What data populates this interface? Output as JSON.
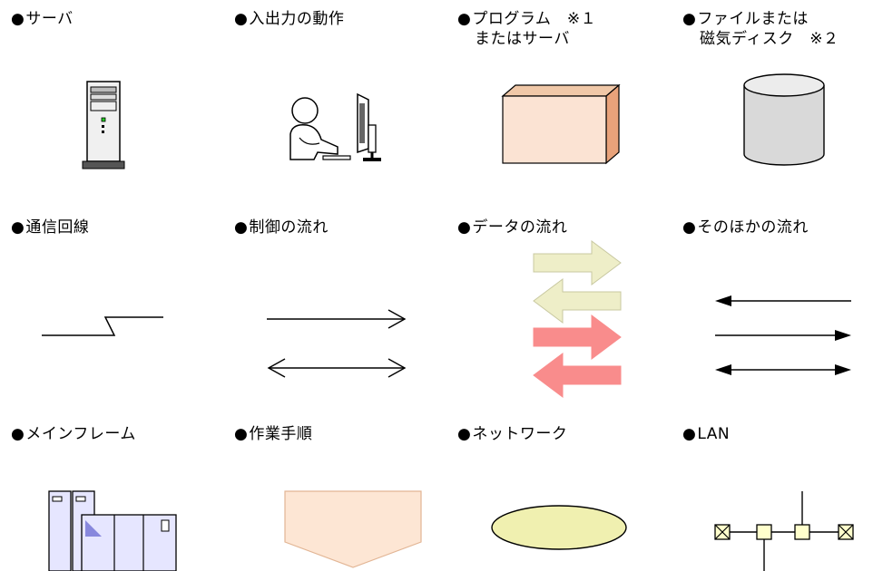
{
  "legend": {
    "bullet": "●",
    "items": [
      {
        "id": "server",
        "label": [
          "サーバ"
        ],
        "icon": "server-icon"
      },
      {
        "id": "io",
        "label": [
          "入出力の動作"
        ],
        "icon": "person-computer-icon"
      },
      {
        "id": "program",
        "label": [
          "プログラム　※１",
          "またはサーバ"
        ],
        "icon": "box-icon"
      },
      {
        "id": "file",
        "label": [
          "ファイルまたは",
          "磁気ディスク　※２"
        ],
        "icon": "cylinder-icon"
      },
      {
        "id": "comm-line",
        "label": [
          "通信回線"
        ],
        "icon": "lightning-line-icon"
      },
      {
        "id": "control-flow",
        "label": [
          "制御の流れ"
        ],
        "icon": "open-arrows-icon"
      },
      {
        "id": "data-flow",
        "label": [
          "データの流れ"
        ],
        "icon": "block-arrows-icon"
      },
      {
        "id": "other-flow",
        "label": [
          "そのほかの流れ"
        ],
        "icon": "solid-arrows-icon"
      },
      {
        "id": "mainframe",
        "label": [
          "メインフレーム"
        ],
        "icon": "mainframe-icon"
      },
      {
        "id": "work-procedure",
        "label": [
          "作業手順"
        ],
        "icon": "pentagon-icon"
      },
      {
        "id": "network",
        "label": [
          "ネットワーク"
        ],
        "icon": "ellipse-icon"
      },
      {
        "id": "lan",
        "label": [
          "LAN"
        ],
        "icon": "lan-icon"
      }
    ]
  },
  "colors": {
    "program_box": "#fbe3d3",
    "program_box_side": "#e8a27a",
    "disk": "#d9d9d9",
    "data_flow_light": "#eeeec8",
    "data_flow_red": "#f98c8c",
    "mainframe": "#e6e6ff",
    "work_procedure": "#fde6d4",
    "network": "#f0f0b0"
  }
}
